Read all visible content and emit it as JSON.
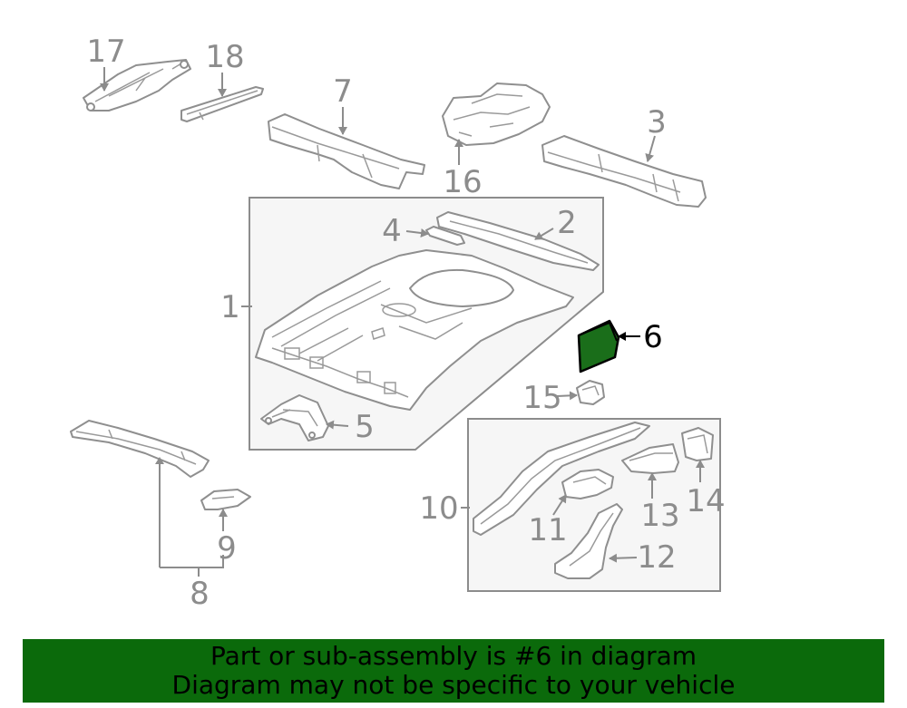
{
  "diagram": {
    "part_labels": {
      "p1": "1",
      "p2": "2",
      "p3": "3",
      "p4": "4",
      "p5": "5",
      "p6": "6",
      "p7": "7",
      "p8": "8",
      "p9": "9",
      "p10": "10",
      "p11": "11",
      "p12": "12",
      "p13": "13",
      "p14": "14",
      "p15": "15",
      "p16": "16",
      "p17": "17",
      "p18": "18"
    },
    "highlighted_part": "6",
    "highlight_color": "#1a6e1a",
    "line_color": "#8c8c8c"
  },
  "banner": {
    "line1": "Part or sub-assembly is #6 in diagram",
    "line2": "Diagram may not be specific to your vehicle",
    "background": "#0b6a0b"
  }
}
